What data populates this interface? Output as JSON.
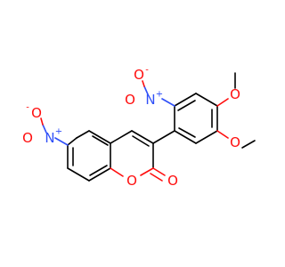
{
  "molecule": {
    "colors": {
      "carbon_bond": "#000000",
      "oxygen": "#ff0d0d",
      "nitrogen": "#3050f8",
      "background": "#ffffff"
    },
    "labels": {
      "nitro_left_O_minus": "O",
      "nitro_left_minus": "-",
      "nitro_left_N": "N",
      "nitro_left_plus": "+",
      "nitro_left_O": "O",
      "nitro_top_O_minus": "O",
      "nitro_top_minus": "-",
      "nitro_top_N": "N",
      "nitro_top_plus": "+",
      "nitro_top_O": "O",
      "ring_O": "O",
      "carbonyl_O": "O",
      "methoxy_top_O": "O",
      "methoxy_bottom_O": "O"
    }
  }
}
